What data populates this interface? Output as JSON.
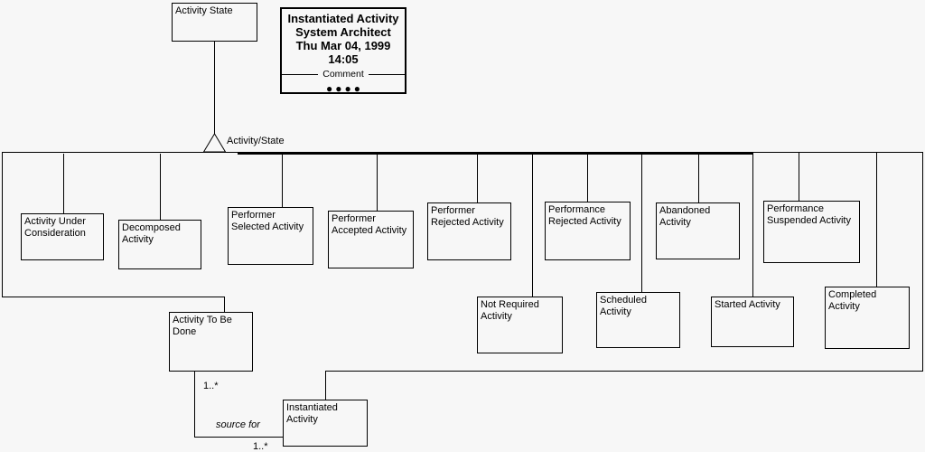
{
  "diagram": {
    "root_class": "Activity State",
    "generalization_label": "Activity/State",
    "title_block": {
      "title": "Instantiated Activity",
      "tool": "System Architect",
      "date": "Thu Mar 04, 1999",
      "time": "14:05",
      "comment_label": "Comment",
      "dots": "●●●●"
    },
    "classes": {
      "under_consideration": "Activity Under\nConsideration",
      "decomposed": "Decomposed\nActivity",
      "performer_selected": "Performer\nSelected Activity",
      "performer_accepted": "Performer\nAccepted Activity",
      "performer_rejected": "Performer\nRejected Activity",
      "performance_rejected": "Performance\nRejected Activity",
      "abandoned": "Abandoned\nActivity",
      "performance_suspended": "Performance\nSuspended Activity",
      "not_required": "Not Required\nActivity",
      "scheduled": "Scheduled Activity",
      "started": "Started Activity",
      "completed": "Completed Activity",
      "to_be_done": "Activity To Be\nDone",
      "instantiated": "Instantiated\nActivity"
    },
    "association": {
      "source_multiplicity": "1..*",
      "name": "source for",
      "target_multiplicity": "1..*"
    },
    "colors": {
      "line": "#000000",
      "background": "#f7f7f7"
    }
  }
}
